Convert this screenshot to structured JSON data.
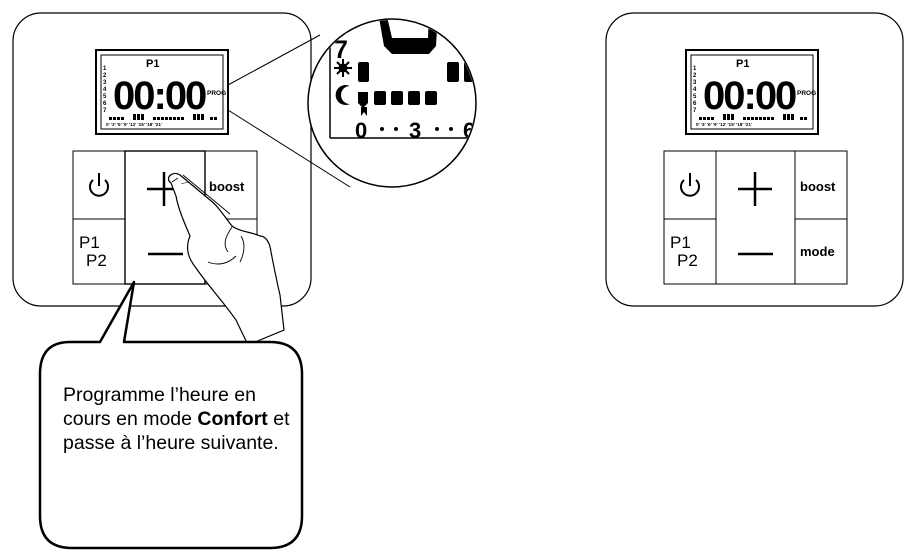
{
  "left_panel": {
    "lcd": {
      "program": "P1",
      "time": "00:00",
      "prog_label": "PROG",
      "day_numbers": [
        "1",
        "2",
        "3",
        "4",
        "5",
        "6",
        "7"
      ],
      "hour_scale": "0' '3' '6' '9' '12' '15' '18' '21'"
    },
    "buttons": {
      "power": "⏻",
      "plus": "+",
      "minus": "−",
      "boost": "boost",
      "p1": "P1",
      "p2": "P2"
    }
  },
  "right_panel": {
    "lcd": {
      "program": "P1",
      "time": "00:00",
      "prog_label": "PROG",
      "day_numbers": [
        "1",
        "2",
        "3",
        "4",
        "5",
        "6",
        "7"
      ],
      "hour_scale": "0' '3' '6' '9' '12' '15' '18' '21'"
    },
    "buttons": {
      "power": "⏻",
      "plus": "+",
      "minus": "−",
      "boost": "boost",
      "mode": "mode",
      "p1": "P1",
      "p2": "P2"
    }
  },
  "zoom": {
    "day": "7",
    "scale_0": "0",
    "scale_3": "3",
    "scale_6": "6"
  },
  "callout": {
    "text_1": "Programme l’heure en cours en mode ",
    "bold": "Confort",
    "text_2": " et passe à l’heure suivante."
  }
}
